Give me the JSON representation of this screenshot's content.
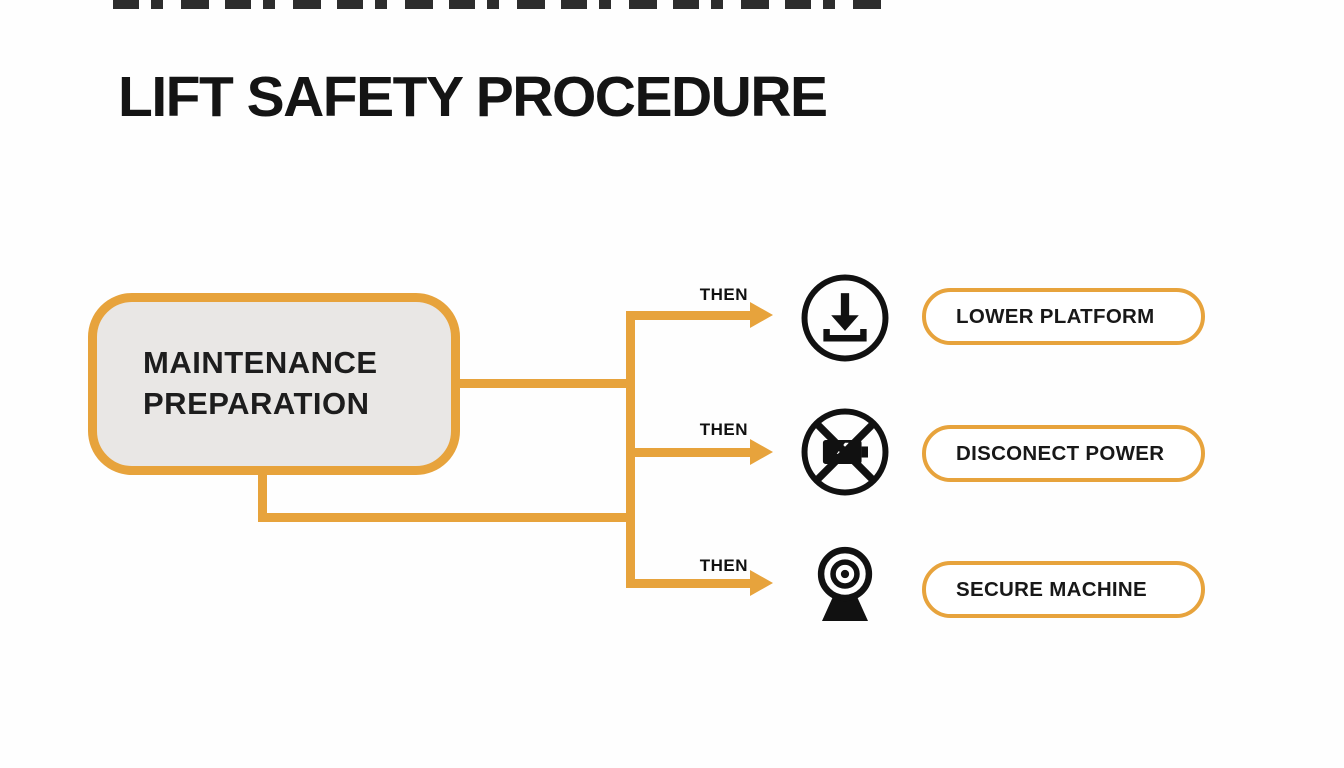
{
  "colors": {
    "accent": "#E7A33C",
    "ink": "#151515",
    "box_fill": "#E9E7E5",
    "background": "#FEFEFE"
  },
  "title": "LIFT SAFETY PROCEDURE",
  "source_box": {
    "label": "MAINTENANCE PREPARATION"
  },
  "branches": [
    {
      "connector_label": "THEN",
      "icon": "lower-platform-icon",
      "label": "LOWER PLATFORM"
    },
    {
      "connector_label": "THEN",
      "icon": "disconnect-power-icon",
      "label": "DISCONECT POWER"
    },
    {
      "connector_label": "THEN",
      "icon": "secure-machine-icon",
      "label": "SECURE MACHINE"
    }
  ]
}
